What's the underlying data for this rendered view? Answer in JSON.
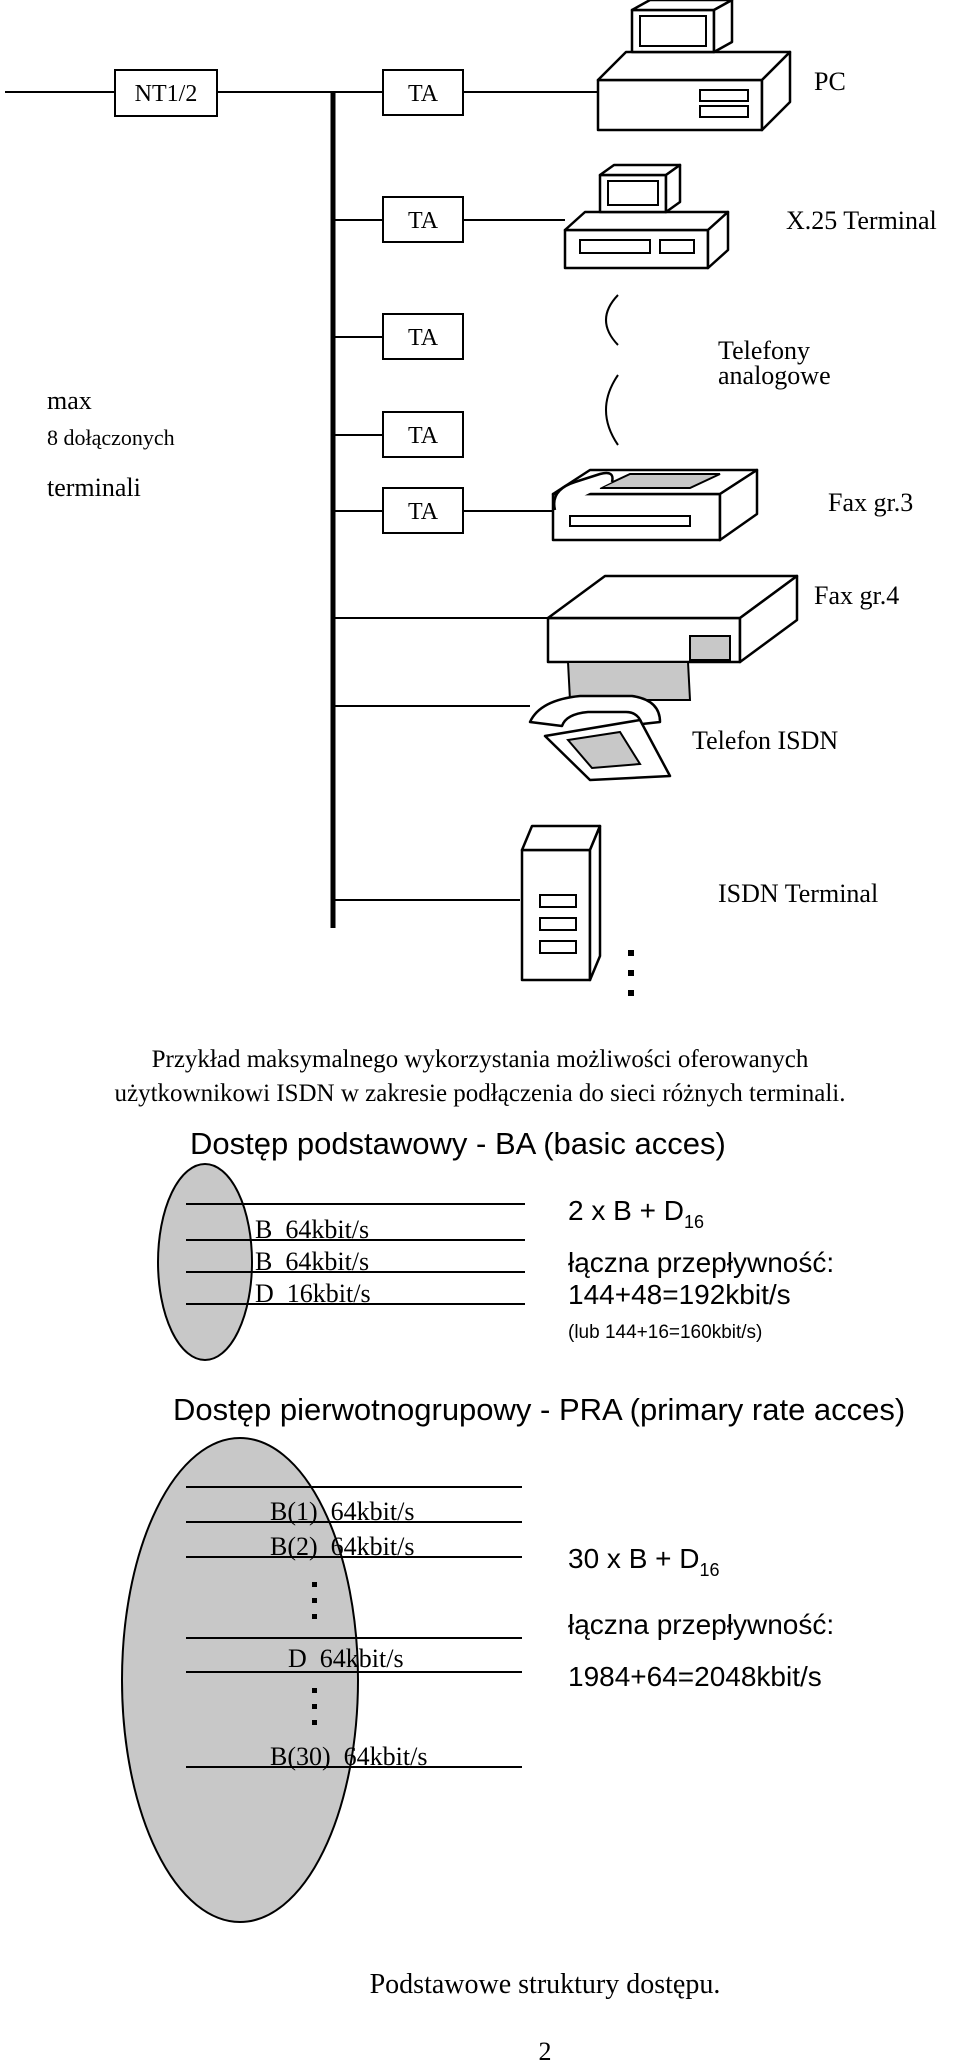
{
  "nt_box": "NT1/2",
  "ta_boxes": [
    "TA",
    "TA",
    "TA",
    "TA",
    "TA"
  ],
  "device_labels": {
    "pc": "PC",
    "x25": "X.25 Terminal",
    "analog_phones": [
      "Telefony",
      "analogowe"
    ],
    "fax3": "Fax gr.3",
    "fax4": "Fax gr.4",
    "isdn_phone": "Telefon ISDN",
    "isdn_terminal": "ISDN Terminal"
  },
  "max_note": [
    "max",
    "8 dołączonych",
    "terminali"
  ],
  "caption_lines": [
    "Przykład maksymalnego wykorzystania możliwości oferowanych",
    "użytkownikowi ISDN w zakresie podłączenia do sieci różnych terminali."
  ],
  "ba": {
    "title": "Dostęp podstawowy - BA (basic acces)",
    "channels": [
      "B  64kbit/s",
      "B  64kbit/s",
      "D  16kbit/s"
    ],
    "formula_main": "2 x B + D",
    "formula_sub": "16",
    "throughput_label": "łączna przepływność:",
    "throughput_value": "144+48=192kbit/s",
    "alt_value": "(lub 144+16=160kbit/s)"
  },
  "pra": {
    "title": "Dostęp pierwotnogrupowy - PRA (primary rate acces)",
    "channels": [
      "B(1)  64kbit/s",
      "B(2)  64kbit/s",
      "D  64kbit/s",
      "B(30)  64kbit/s"
    ],
    "formula_main": "30 x B + D",
    "formula_sub": "16",
    "throughput_label": "łączna przepływność:",
    "throughput_value": "1984+64=2048kbit/s"
  },
  "footer_title": "Podstawowe struktury dostępu.",
  "page_number": "2"
}
